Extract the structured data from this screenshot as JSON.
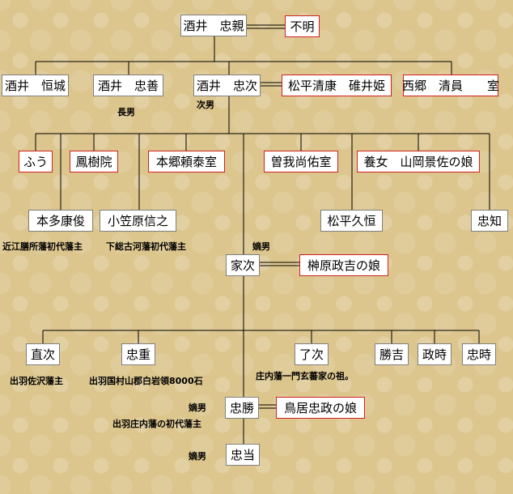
{
  "persons": {
    "tadachika": "酒井　忠親",
    "fumei": "不明",
    "tsuneki": "酒井　恒城",
    "tadayoshi": "酒井　忠善",
    "tadatsugu": "酒井　忠次",
    "usuihime": "松平清康　碓井姫",
    "saigo": "西郷　清員　　室",
    "fu": "ふう",
    "hojuin": "鳳樹院",
    "hongo": "本郷頼泰室",
    "sogashitsu": "曽我尚佑室",
    "yamaoka": "養女　山岡景佐の娘",
    "yasutoshi": "本多康俊",
    "nobuyuki": "小笠原信之",
    "hisatsune": "松平久恒",
    "tadatomo": "忠知",
    "ietsugu": "家次",
    "sakakibara": "榊原政吉の娘",
    "naotsugu": "直次",
    "tadashige": "忠重",
    "ryoji": "了次",
    "katsuyoshi": "勝吉",
    "masatoki": "政時",
    "tadatoki": "忠時",
    "tadakatsu": "忠勝",
    "torii": "鳥居忠政の娘",
    "tadamasa": "忠当"
  },
  "notes": {
    "chonan": "長男",
    "jinan": "次男",
    "zeze": "近江膳所藩初代藩主",
    "koga": "下総古河藩初代藩主",
    "ietsugu_role": "嫡男",
    "matsuyama": "出羽佐沢藩主",
    "shiraiwa": "出羽国村山郡白岩領8000石",
    "genban": "庄内藩一門玄蕃家の祖。",
    "tadakatsu_role": "嫡男",
    "shonai": "出羽庄内藩の初代藩主",
    "tadamasa_role": "嫡男"
  }
}
